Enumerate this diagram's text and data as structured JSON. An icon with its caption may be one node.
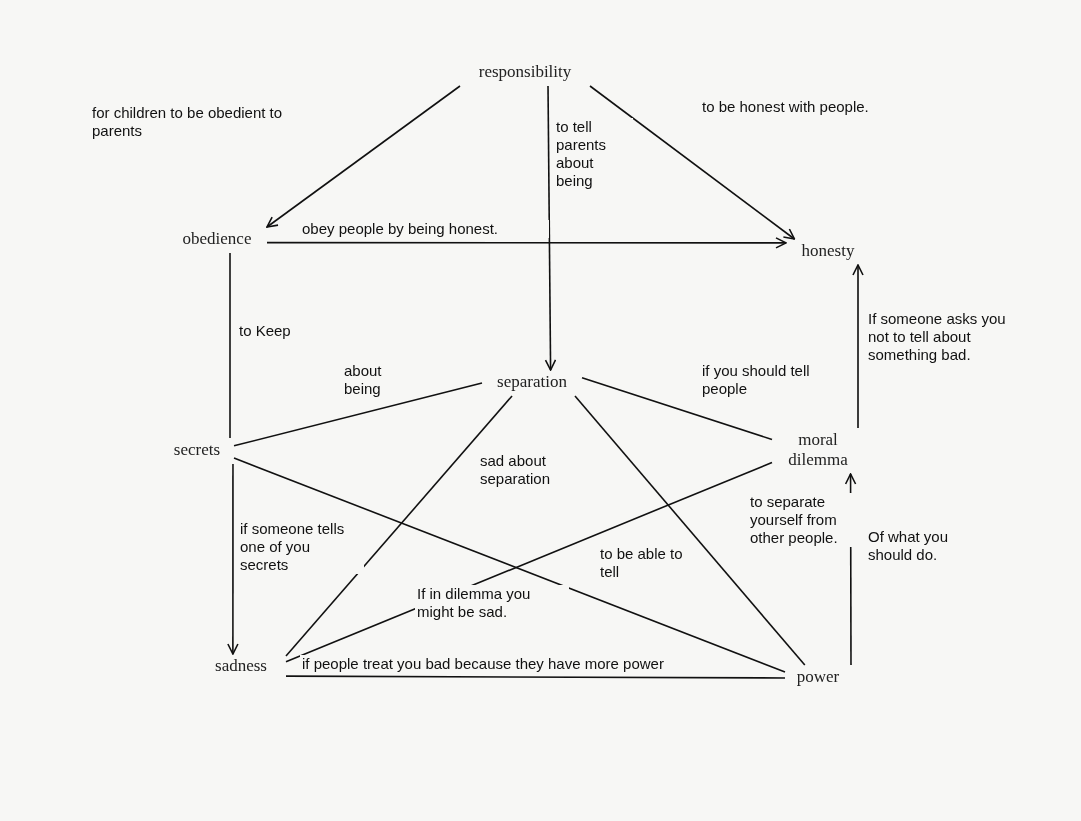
{
  "diagram": {
    "nodes": [
      {
        "text": [
          "responsibility"
        ]
      },
      {
        "text": [
          "obedience"
        ]
      },
      {
        "text": [
          "honesty"
        ]
      },
      {
        "text": [
          "separation"
        ]
      },
      {
        "text": [
          "secrets"
        ]
      },
      {
        "text": [
          "moral dilemma"
        ]
      },
      {
        "text": [
          "sadness"
        ]
      },
      {
        "text": [
          "power"
        ]
      }
    ],
    "edges": [
      {
        "from": 0,
        "to": 1,
        "arrow": "to",
        "label": "for children to be obedient to parents"
      },
      {
        "from": 0,
        "to": 3,
        "arrow": "to",
        "label": "to tell parents about being"
      },
      {
        "from": 0,
        "to": 2,
        "arrow": "to",
        "label": "to be honest with people."
      },
      {
        "from": 1,
        "to": 2,
        "arrow": "to",
        "label": "obey people by being honest."
      },
      {
        "from": 1,
        "to": 4,
        "arrow": "none",
        "label": "to Keep"
      },
      {
        "from": 4,
        "to": 6,
        "arrow": "to",
        "label": "if someone tells one of you secrets"
      },
      {
        "from": 4,
        "to": 3,
        "arrow": "none",
        "label": "about being"
      },
      {
        "from": 4,
        "to": 7,
        "arrow": "none",
        "label": "to be able to tell"
      },
      {
        "from": 3,
        "to": 6,
        "arrow": "none",
        "label": "sad about separation"
      },
      {
        "from": 3,
        "to": 7,
        "arrow": "none",
        "label": "to separate yourself from other people."
      },
      {
        "from": 6,
        "to": 5,
        "arrow": "none",
        "label": "If in dilemma you might be sad."
      },
      {
        "from": 6,
        "to": 7,
        "arrow": "none",
        "label": "if people treat you bad because they have more power"
      },
      {
        "from": 7,
        "to": 5,
        "arrow": "to",
        "label": "Of what you should do."
      },
      {
        "from": 5,
        "to": 2,
        "arrow": "to",
        "label": "If someone asks you not to tell about something bad."
      },
      {
        "from": 3,
        "to": 5,
        "arrow": "none",
        "label": "if you should tell people"
      }
    ]
  }
}
